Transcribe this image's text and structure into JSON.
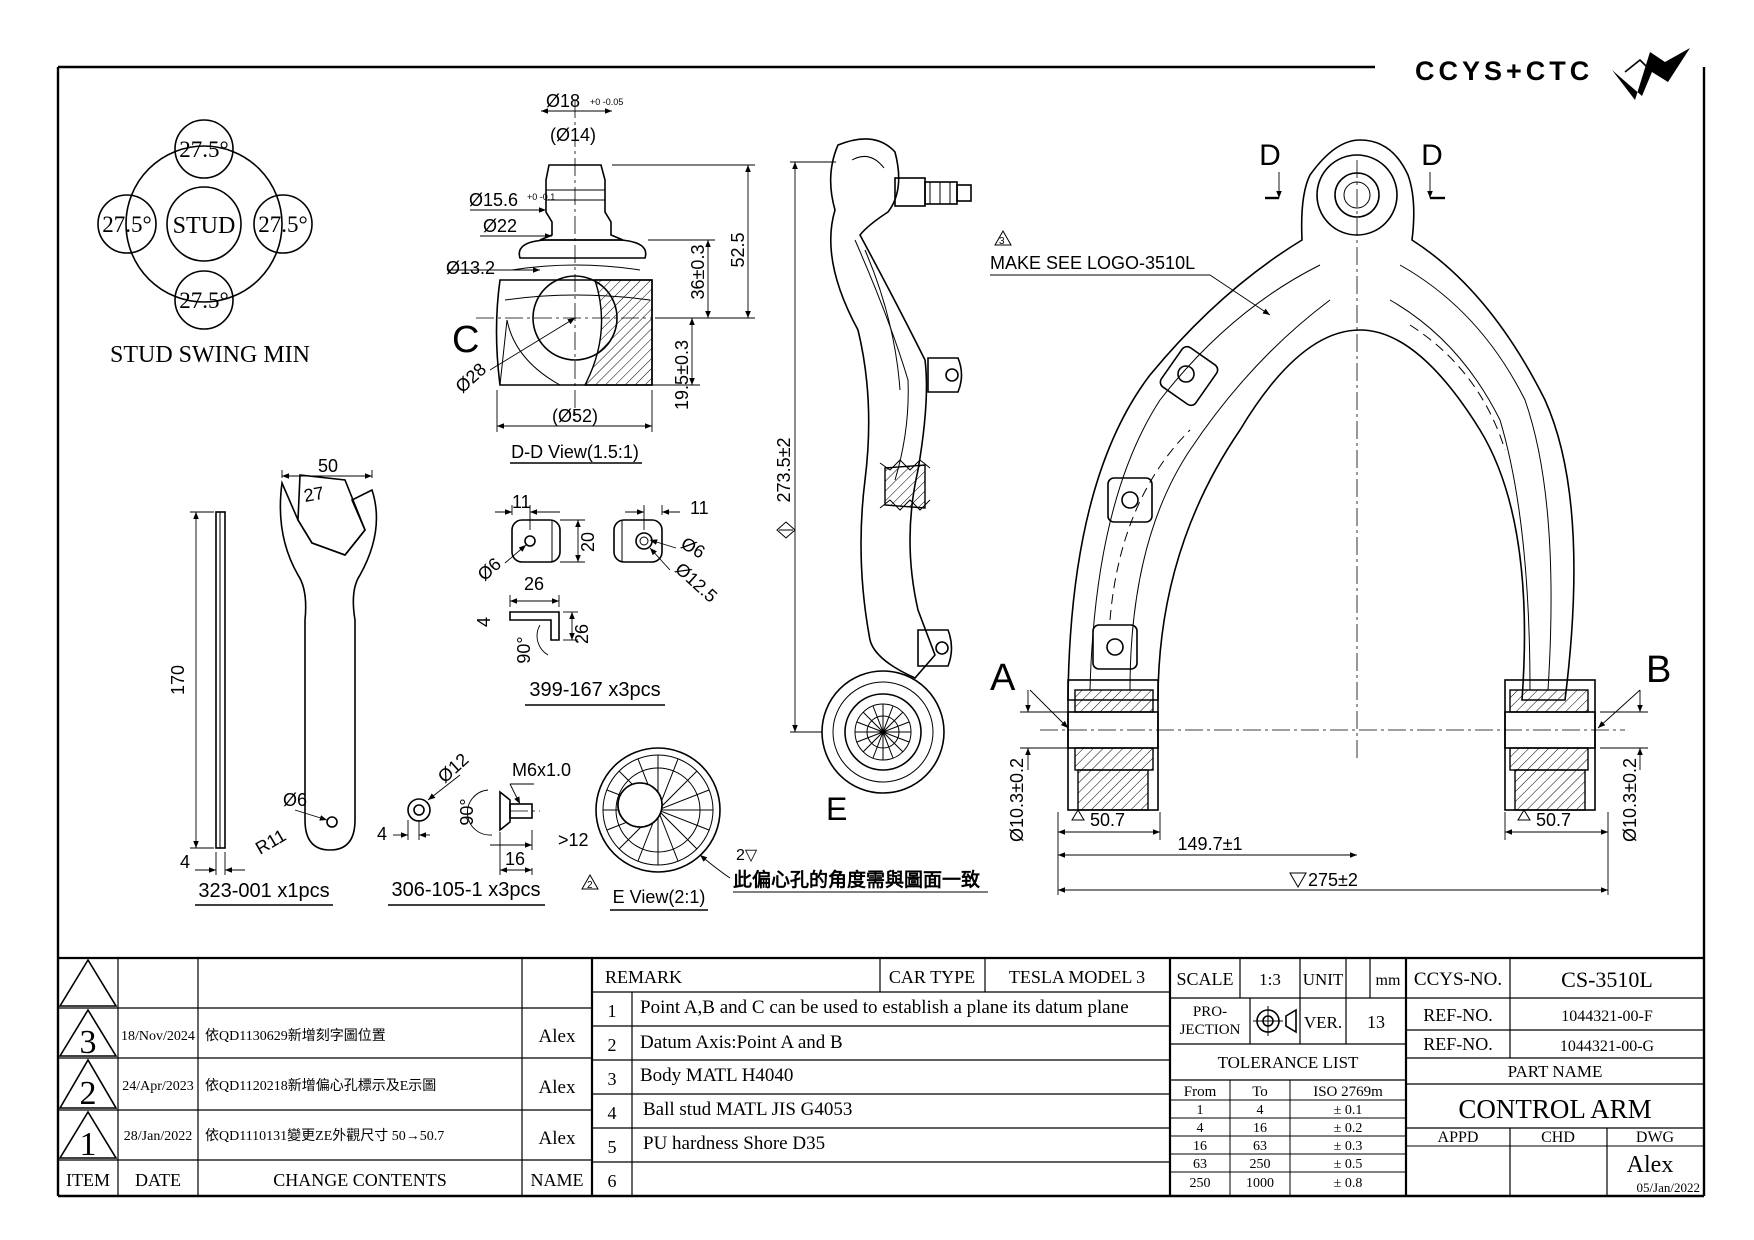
{
  "brand": {
    "logo_text": "CCYS+CTC"
  },
  "stud_swing": {
    "center": "STUD",
    "angles": [
      "27.5°",
      "27.5°",
      "27.5°",
      "27.5°"
    ],
    "caption": "STUD SWING MIN"
  },
  "dd_view": {
    "d_top": "Ø18",
    "d_top_tol": "+0 -0.05",
    "d14": "(Ø14)",
    "d156": "Ø15.6",
    "d156_tol": "+0 -0.1",
    "d22": "Ø22",
    "d132": "Ø13.2",
    "d28": "Ø28",
    "d52": "(Ø52)",
    "h525": "52.5",
    "h36": "36±0.3",
    "h195": "19.5±0.3",
    "label_c": "C",
    "caption": "D-D View(1.5:1)"
  },
  "wrench": {
    "w50": "50",
    "w27": "27",
    "l170": "170",
    "d6": "Ø6",
    "r11": "R11",
    "t4": "4",
    "caption": "323-001 x1pcs"
  },
  "bracket": {
    "d11a": "11",
    "d11b": "11",
    "d20": "20",
    "d6a": "Ø6",
    "d6b": "Ø6",
    "d125": "Ø12.5",
    "d26a": "26",
    "d26b": "26",
    "d4": "4",
    "a90": "90°",
    "caption": "399-167 x3pcs"
  },
  "screw": {
    "d12": "Ø12",
    "m6": "M6x1.0",
    "a90": "90°",
    "t4": "4",
    "gt12": ">12",
    "l16": "16",
    "caption": "306-105-1 x3pcs"
  },
  "e_view": {
    "note_mark": "2",
    "caption": "E View(2:1)",
    "note": "此偏心孔的角度需與圖面一致",
    "note_marks": "2▽"
  },
  "side_view": {
    "h2735": "273.5±2",
    "label_e": "E"
  },
  "main_view": {
    "label_d1": "D",
    "label_d2": "D",
    "logo_note_mark": "3",
    "logo_note": "MAKE SEE LOGO-3510L",
    "label_a": "A",
    "label_b": "B",
    "d103a": "Ø10.3±0.2",
    "d103b": "Ø10.3±0.2",
    "w507a": "50.7",
    "w507b": "50.7",
    "d1497": "149.7±1",
    "d275": "275±2"
  },
  "revisions": [
    {
      "num": "3",
      "date": "18/Nov/2024",
      "content": "依QD1130629新增刻字圖位置",
      "name": "Alex"
    },
    {
      "num": "2",
      "date": "24/Apr/2023",
      "content": "依QD1120218新增偏心孔標示及E示圖",
      "name": "Alex"
    },
    {
      "num": "1",
      "date": "28/Jan/2022",
      "content": "依QD1110131變更ZE外觀尺寸 50→50.7",
      "name": "Alex"
    }
  ],
  "rev_headers": {
    "item": "ITEM",
    "date": "DATE",
    "content": "CHANGE CONTENTS",
    "name": "NAME"
  },
  "remarks": {
    "header": "REMARK",
    "car_type_label": "CAR TYPE",
    "car_type": "TESLA MODEL 3",
    "items": [
      {
        "n": "1",
        "text": "Point A,B and C can be used to establish a plane its datum plane"
      },
      {
        "n": "2",
        "text": "Datum Axis:Point A and B"
      },
      {
        "n": "3",
        "text": "Body MATL H4040"
      },
      {
        "n": "4",
        "text": "Ball stud MATL JIS G4053"
      },
      {
        "n": "5",
        "text": "PU hardness Shore D35"
      },
      {
        "n": "6",
        "text": ""
      }
    ]
  },
  "spec": {
    "scale_label": "SCALE",
    "scale": "1:3",
    "unit_label": "UNIT",
    "unit": "mm",
    "projection_label_1": "PRO-",
    "projection_label_2": "JECTION",
    "ver_label": "VER.",
    "ver": "13",
    "tolerance_title": "TOLERANCE LIST",
    "tol_headers": [
      "From",
      "To",
      "ISO 2769m"
    ],
    "tolerances": [
      [
        "1",
        "4",
        "± 0.1"
      ],
      [
        "4",
        "16",
        "± 0.2"
      ],
      [
        "16",
        "63",
        "± 0.3"
      ],
      [
        "63",
        "250",
        "± 0.5"
      ],
      [
        "250",
        "1000",
        "± 0.8"
      ]
    ]
  },
  "title_block": {
    "ccys_label": "CCYS-NO.",
    "ccys_no": "CS-3510L",
    "ref_label": "REF-NO.",
    "ref1": "1044321-00-F",
    "ref2": "1044321-00-G",
    "part_name_label": "PART NAME",
    "part_name": "CONTROL ARM",
    "appd": "APPD",
    "chd": "CHD",
    "dwg": "DWG",
    "drawn_by": "Alex",
    "date": "05/Jan/2022"
  }
}
